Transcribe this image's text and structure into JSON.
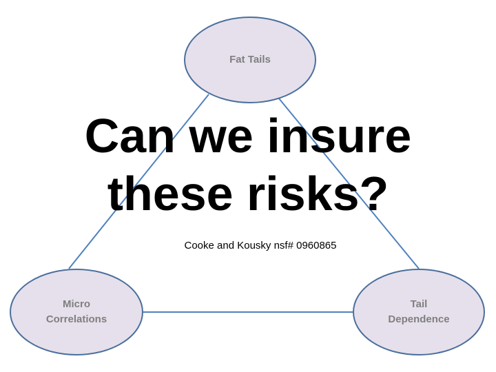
{
  "title": "Can we insure\nthese risks?",
  "subtitle": "Cooke and Kousky nsf# 0960865",
  "nodes": {
    "fat_tails": "Fat Tails",
    "micro_correlations": "Micro\nCorrelations",
    "tail_dependence": "Tail\nDependence"
  },
  "colors": {
    "node_fill": "#e6e0ec",
    "node_stroke": "#4a6f9c",
    "edge": "#4f81bd",
    "node_text": "#7f7f7f"
  }
}
